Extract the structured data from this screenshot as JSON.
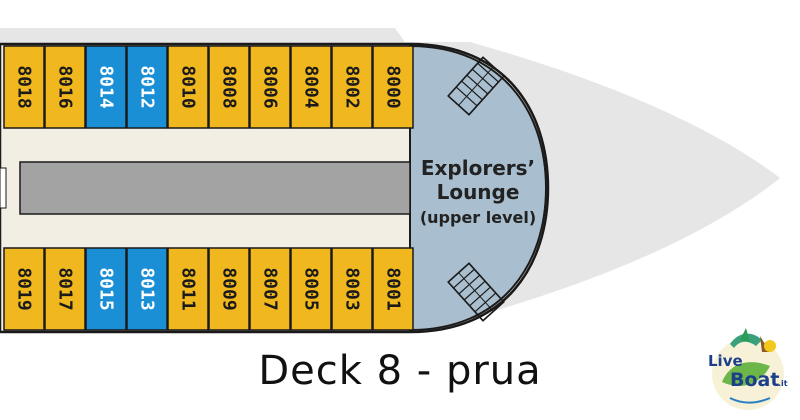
{
  "cabins_top": [
    {
      "number": "8018",
      "type": "standard"
    },
    {
      "number": "8016",
      "type": "standard"
    },
    {
      "number": "8014",
      "type": "highlight"
    },
    {
      "number": "8012",
      "type": "highlight"
    },
    {
      "number": "8010",
      "type": "standard"
    },
    {
      "number": "8008",
      "type": "standard"
    },
    {
      "number": "8006",
      "type": "standard"
    },
    {
      "number": "8004",
      "type": "standard"
    },
    {
      "number": "8002",
      "type": "standard"
    },
    {
      "number": "8000",
      "type": "standard"
    }
  ],
  "cabins_bottom": [
    {
      "number": "8019",
      "type": "standard"
    },
    {
      "number": "8017",
      "type": "standard"
    },
    {
      "number": "8015",
      "type": "highlight"
    },
    {
      "number": "8013",
      "type": "highlight"
    },
    {
      "number": "8011",
      "type": "standard"
    },
    {
      "number": "8009",
      "type": "standard"
    },
    {
      "number": "8007",
      "type": "standard"
    },
    {
      "number": "8005",
      "type": "standard"
    },
    {
      "number": "8003",
      "type": "standard"
    },
    {
      "number": "8001",
      "type": "standard"
    }
  ],
  "lounge": {
    "line1": "Explorers’",
    "line2": "Lounge",
    "line3": "(upper level)"
  },
  "caption": "Deck 8 - prua",
  "logo": {
    "word1": "Live",
    "word2": "Boat",
    "suffix": ".it"
  },
  "colors": {
    "standard": "#f0b81e",
    "highlight": "#1a8fd6",
    "lounge": "#a9bfcf",
    "hull": "#e6e6e6",
    "corridor": "#a3a3a3",
    "outline": "#1a1a1a"
  },
  "icons": [
    "stairs-icon",
    "stairs-icon"
  ]
}
